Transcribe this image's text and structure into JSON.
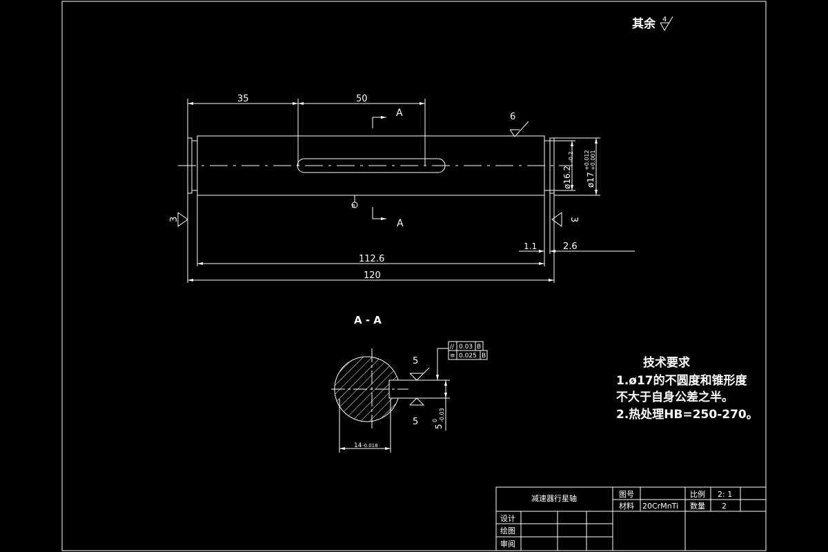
{
  "surface_note": {
    "label": "其余",
    "roughness": "4"
  },
  "dimensions": {
    "d35": "35",
    "d50": "50",
    "d112": "112.6",
    "d120": "120",
    "d1_1": "1.1",
    "d2_6": "2.6",
    "dia16": "ø16.2",
    "dia16_tol": "-0.2",
    "dia17": "ø17",
    "dia17_tol_up": "+0.012",
    "dia17_tol_lo": "+0.001",
    "key5": "5",
    "key5_tol_up": "0",
    "key5_tol_lo": "-0.03",
    "d14": "14",
    "d14_tol": "-0.018"
  },
  "roughness_marks": {
    "r6": "6",
    "r3_left": "3",
    "r3_right": "3",
    "r5_top": "5",
    "r5_bot": "5"
  },
  "section_marks": {
    "a_top": "A",
    "a_bot": "A",
    "section_title": "A - A",
    "datum": "B"
  },
  "tolerance_frame": [
    {
      "symbol": "//",
      "value": "0.03",
      "datum": "B"
    },
    {
      "symbol": "≡",
      "value": "0.025",
      "datum": "B"
    }
  ],
  "tech_requirements": {
    "title": "技术要求",
    "line1": "1.ø17的不圆度和锥形度",
    "line2": "不大于自身公差之半。",
    "line3": "2.热处理HB=250-270。"
  },
  "title_block": {
    "part_name": "减速器行星轴",
    "drawing_no_label": "图号",
    "scale_label": "比例",
    "scale_value": "2: 1",
    "material_label": "材料",
    "material_value": "20CrMnTi",
    "qty_label": "数量",
    "qty_value": "2",
    "design_label": "设计",
    "draw_label": "绘图",
    "review_label": "审阅"
  }
}
